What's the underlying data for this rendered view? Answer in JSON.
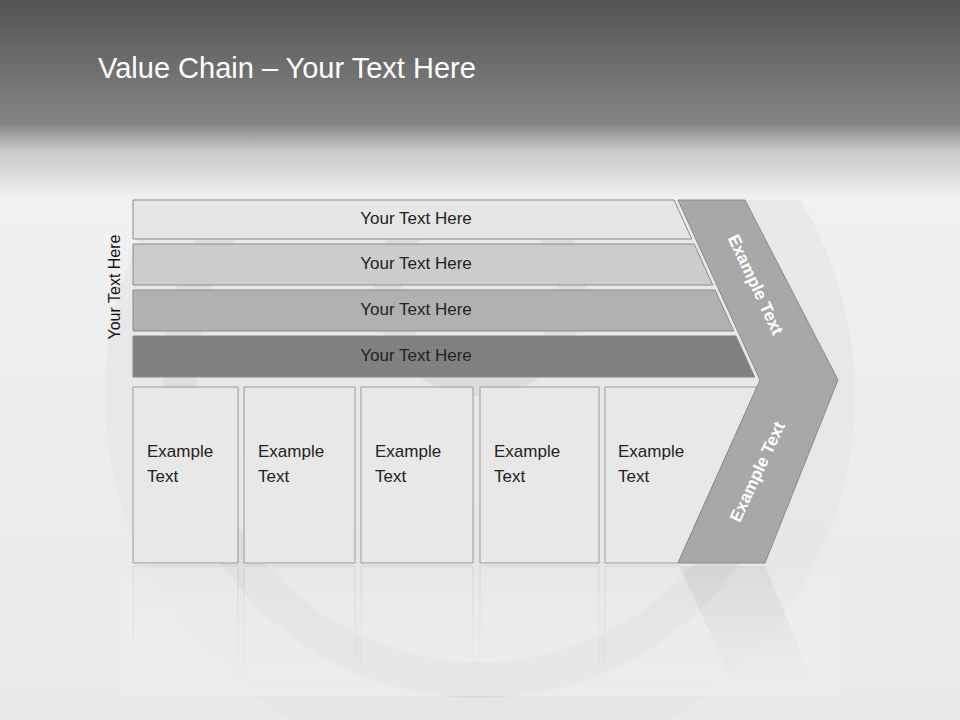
{
  "diagram": {
    "title": "Value Chain – Your Text Here",
    "nodes": [
      {
        "text": [
          "Your Text Here"
        ]
      },
      {
        "text": [
          "Your Text Here"
        ]
      },
      {
        "text": [
          "Your Text Here"
        ]
      },
      {
        "text": [
          "Your Text Here"
        ]
      },
      {
        "text": [
          "Example Text"
        ]
      },
      {
        "text": [
          "Example Text"
        ]
      },
      {
        "text": [
          "Example Text"
        ]
      },
      {
        "text": [
          "Example Text"
        ]
      },
      {
        "text": [
          "Example Text"
        ]
      },
      {
        "text": [
          "Example Text",
          "Example Text"
        ]
      }
    ],
    "labels": [
      "Your Text Here"
    ]
  }
}
